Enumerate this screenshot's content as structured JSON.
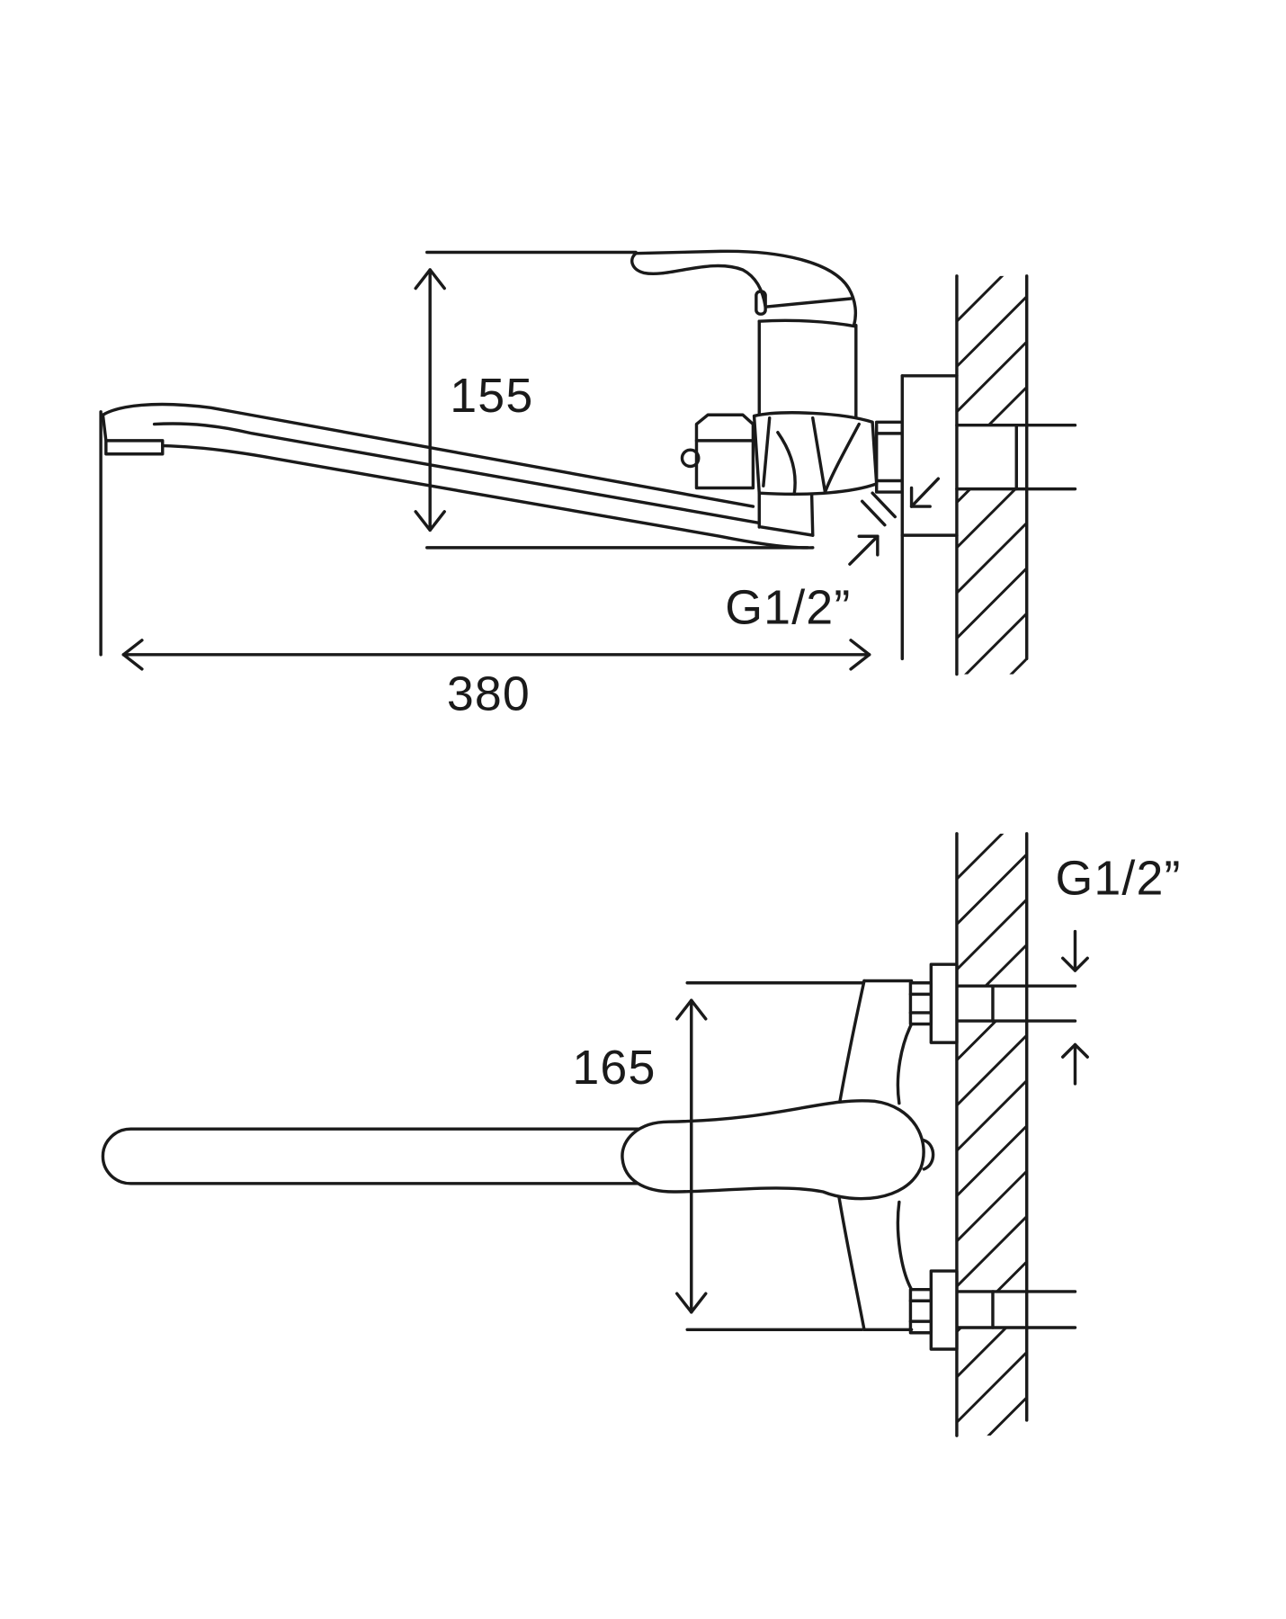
{
  "colors": {
    "line": "#1a1a1a",
    "background": "#ffffff"
  },
  "side_view": {
    "height_dimension": "155",
    "length_dimension": "380",
    "connection_thread": "G1/2”"
  },
  "top_view": {
    "depth_dimension": "165",
    "connection_thread": "G1/2”"
  }
}
